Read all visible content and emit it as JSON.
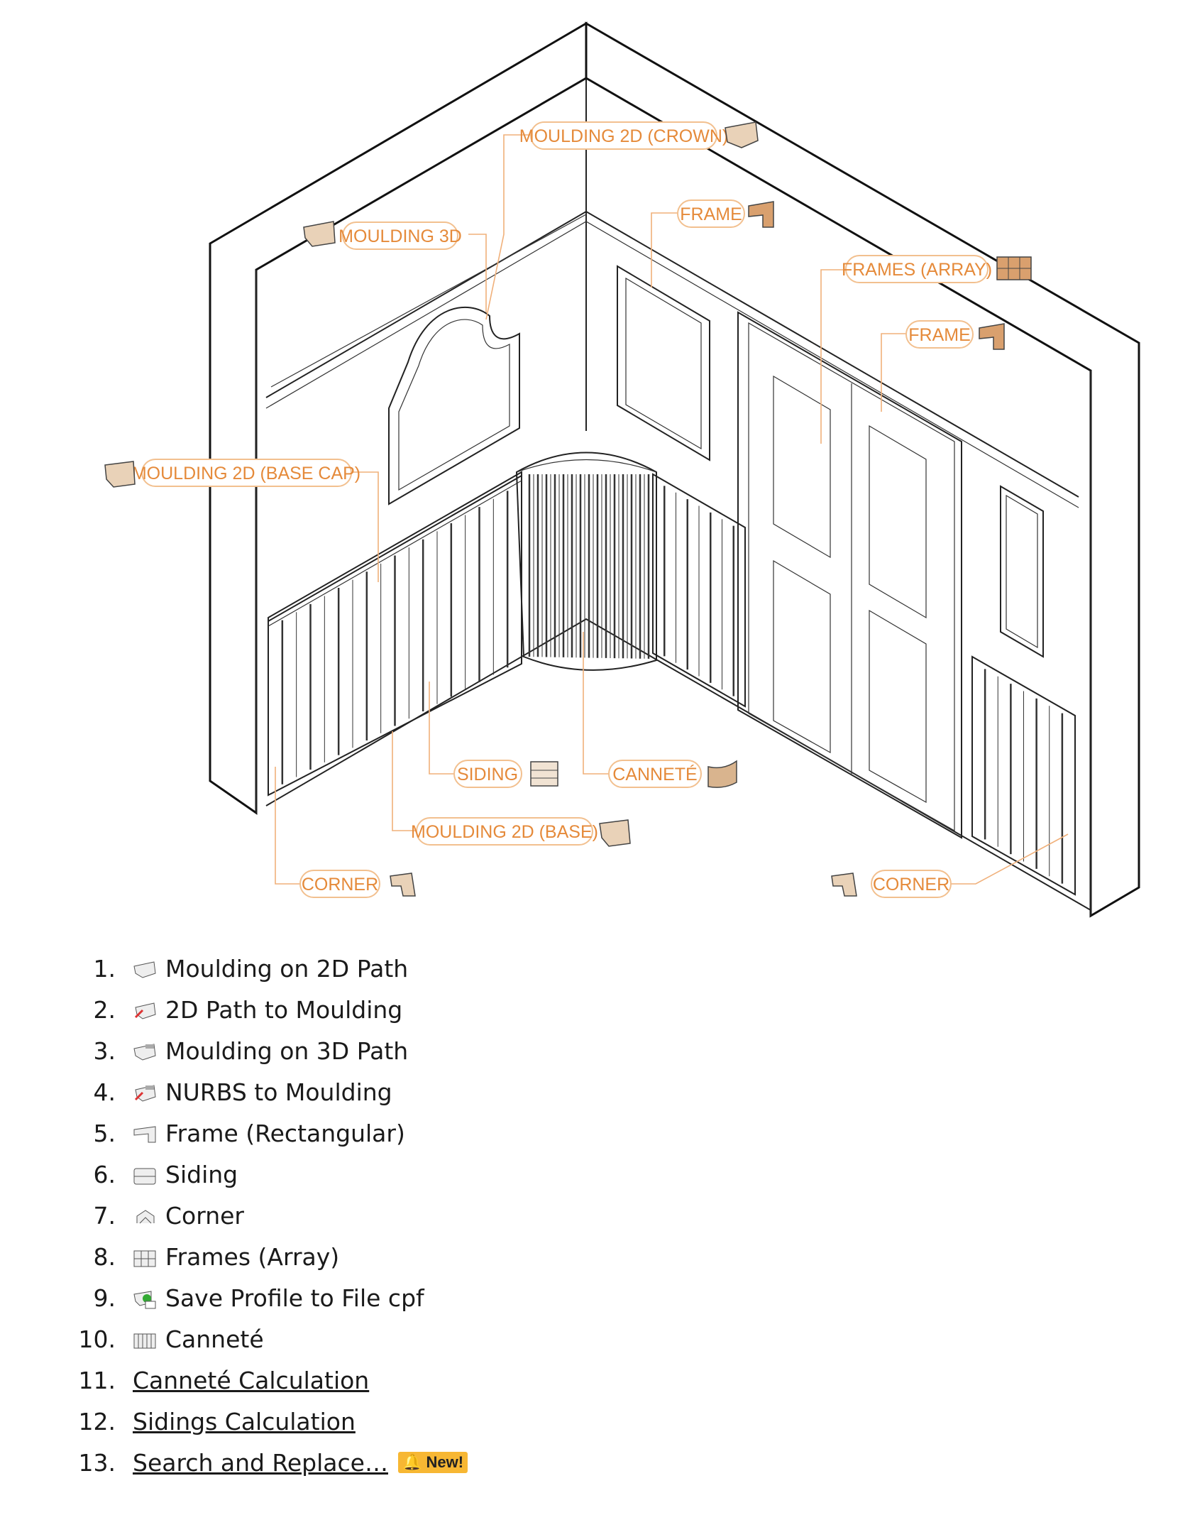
{
  "callouts": {
    "crown": "MOULDING 2D (CROWN)",
    "moulding3d": "MOULDING 3D",
    "frame_top": "FRAME",
    "frames_array": "FRAMES (ARRAY)",
    "frame_right": "FRAME",
    "base_cap": "MOULDING 2D (BASE CAP)",
    "siding": "SIDING",
    "cannete": "CANNETÉ",
    "base": "MOULDING 2D (BASE)",
    "corner_left": "CORNER",
    "corner_right": "CORNER"
  },
  "list": [
    {
      "num": "1.",
      "label": "Moulding on 2D Path",
      "icon": "moulding-2d-icon"
    },
    {
      "num": "2.",
      "label": "2D Path to Moulding",
      "icon": "path-to-moulding-icon"
    },
    {
      "num": "3.",
      "label": "Moulding on 3D Path",
      "icon": "moulding-3d-icon"
    },
    {
      "num": "4.",
      "label": "NURBS to Moulding",
      "icon": "nurbs-to-moulding-icon"
    },
    {
      "num": "5.",
      "label": "Frame (Rectangular)",
      "icon": "frame-icon"
    },
    {
      "num": "6.",
      "label": "Siding",
      "icon": "siding-icon"
    },
    {
      "num": "7.",
      "label": "Corner",
      "icon": "corner-icon"
    },
    {
      "num": "8.",
      "label": "Frames (Array)",
      "icon": "frames-array-icon"
    },
    {
      "num": "9.",
      "label": "Save Profile to File cpf",
      "icon": "save-profile-icon"
    },
    {
      "num": "10.",
      "label": "Canneté",
      "icon": "cannete-icon"
    },
    {
      "num": "11.",
      "label": "Canneté Calculation"
    },
    {
      "num": "12.",
      "label": "Sidings Calculation"
    },
    {
      "num": "13.",
      "label": "Search and Replace…",
      "badge": "New!"
    }
  ],
  "colors": {
    "accent": "#e58a3a",
    "badge": "#f7b733"
  }
}
